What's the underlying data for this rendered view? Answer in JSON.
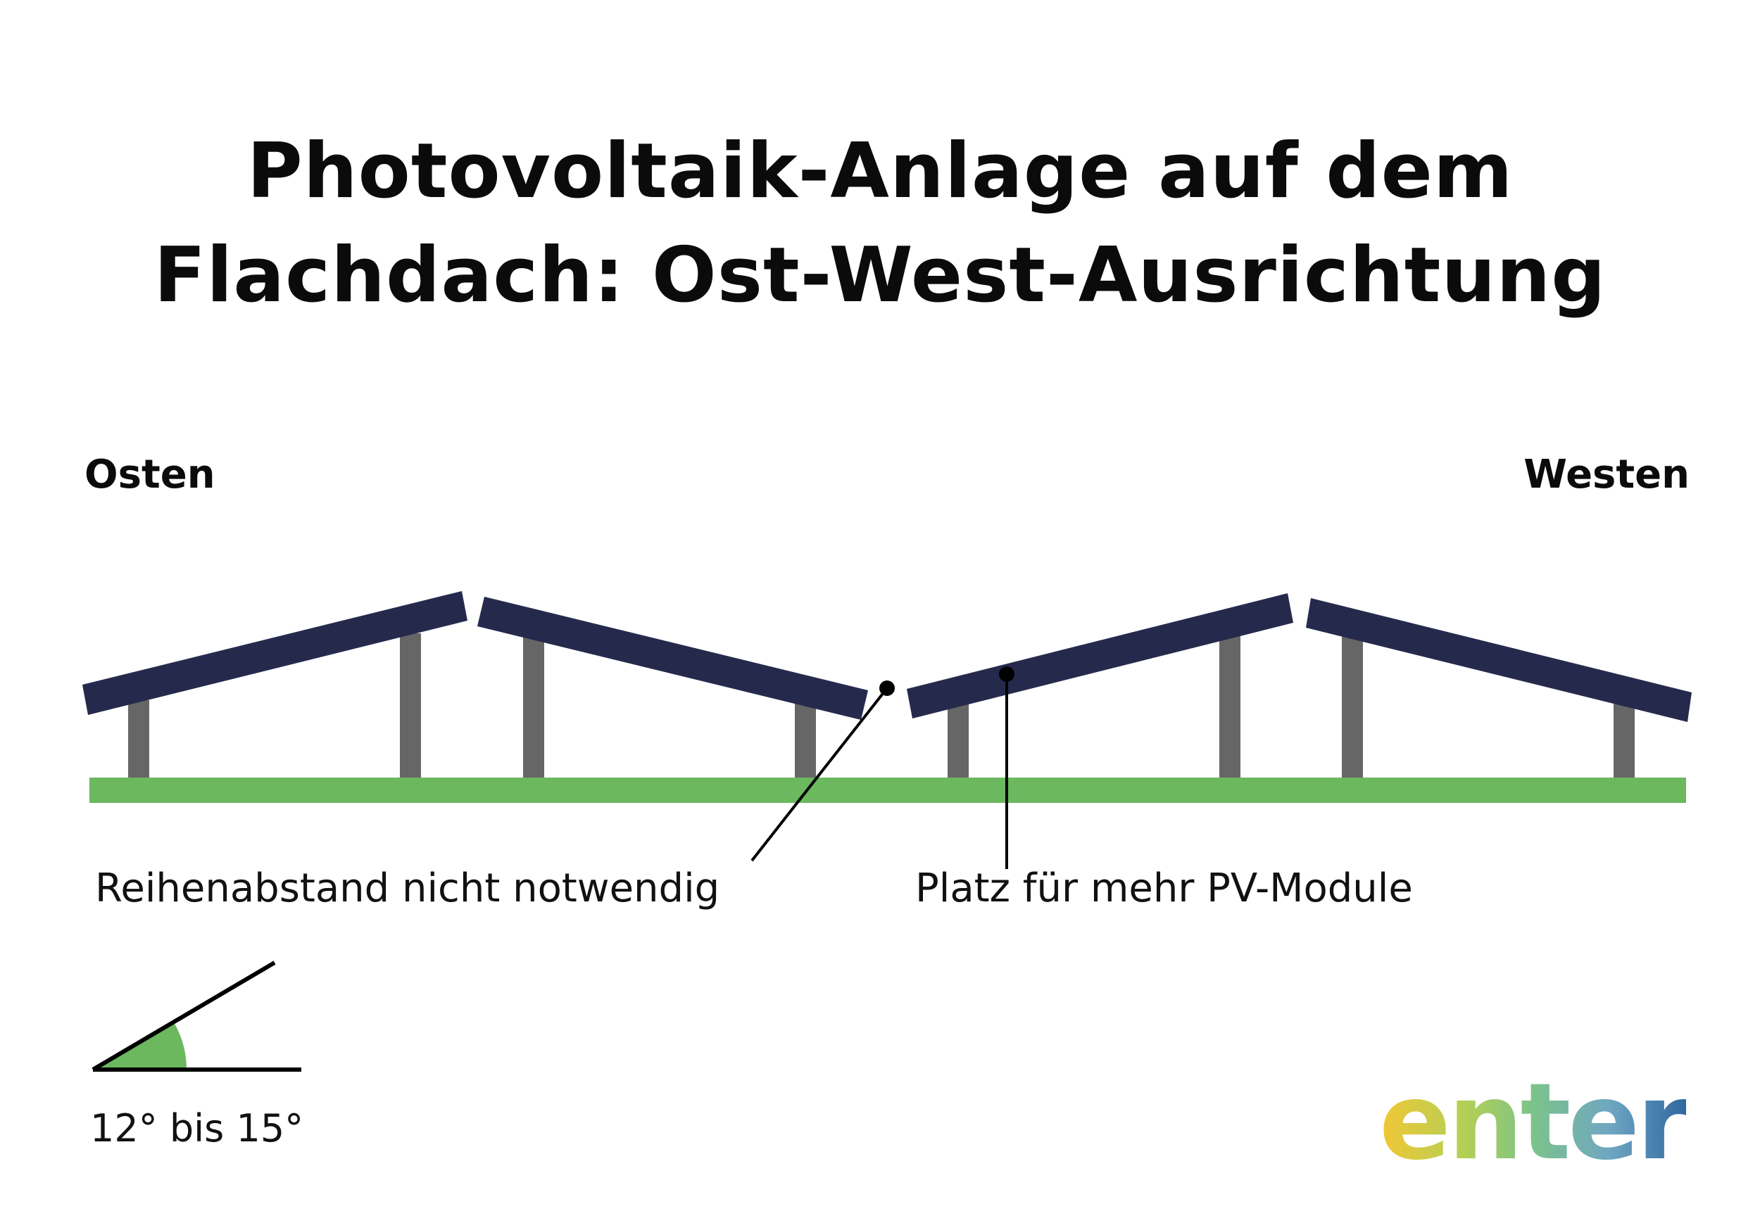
{
  "title": {
    "line1": "Photovoltaik-Anlage auf dem",
    "line2": "Flachdach: Ost-West-Ausrichtung"
  },
  "directions": {
    "east": "Osten",
    "west": "Westen"
  },
  "annotations": {
    "row_spacing": "Reihenabstand nicht notwendig",
    "more_space": "Platz für mehr PV-Module"
  },
  "angle": {
    "label": "12° bis 15°"
  },
  "logo": {
    "text": "enter"
  },
  "colors": {
    "panel": "#252a4d",
    "post": "#666666",
    "ground": "#6bb85f",
    "angle_fill": "#6bb85f",
    "text": "#0b0b0b"
  }
}
